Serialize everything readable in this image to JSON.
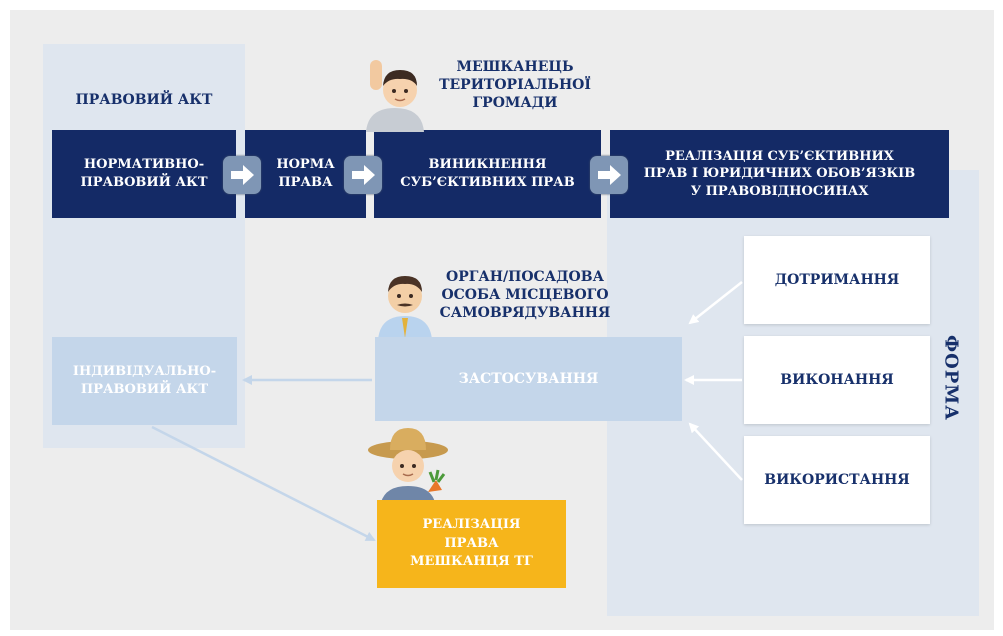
{
  "legal_act_title": "ПРАВОВИЙ АКТ",
  "resident_label": "МЕШКАНЕЦЬ\nТЕРИТОРІАЛЬНОЇ\nГРОМАДИ",
  "flow": [
    {
      "label": "НОРМАТИВНО-\nПРАВОВИЙ АКТ"
    },
    {
      "label": "НОРМА\nПРАВА"
    },
    {
      "label": "ВИНИКНЕННЯ\nСУБ’ЄКТИВНИХ ПРАВ"
    },
    {
      "label": "РЕАЛІЗАЦІЯ СУБ’ЄКТИВНИХ\nПРАВ І ЮРИДИЧНИХ ОБОВ’ЯЗКІВ\nУ ПРАВОВІДНОСИНАХ"
    }
  ],
  "official_label": "ОРГАН/ПОСАДОВА\nОСОБА МІСЦЕВОГО\nСАМОВРЯДУВАННЯ",
  "application": "ЗАСТОСУВАННЯ",
  "individual_act": "ІНДИВІДУАЛЬНО-\nПРАВОВИЙ АКТ",
  "forms": [
    "ДОТРИМАННЯ",
    "ВИКОНАННЯ",
    "ВИКОРИСТАННЯ"
  ],
  "form_title": "ФОРМА",
  "realization": "РЕАЛІЗАЦІЯ\nПРАВА\nМЕШКАНЦЯ ТГ",
  "colors": {
    "navy": "#142a66",
    "panel": "#dfe6ef",
    "light_box": "#c4d6ea",
    "yellow": "#f6b51b",
    "arrow": "#7f96b5"
  }
}
